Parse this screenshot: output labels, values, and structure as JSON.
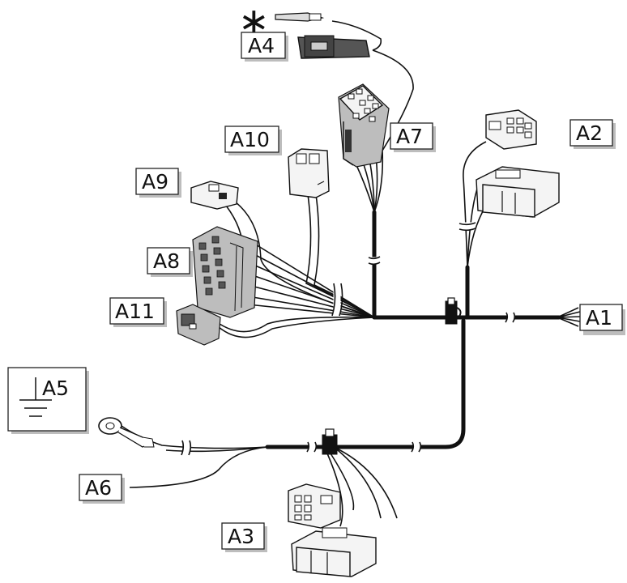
{
  "labels": {
    "a1": "A1",
    "a2": "A2",
    "a3": "A3",
    "a4": "A4",
    "a5": "A5",
    "a6": "A6",
    "a7": "A7",
    "a8": "A8",
    "a9": "A9",
    "a10": "A10",
    "a11": "A11"
  },
  "asterisk": "∗",
  "colors": {
    "wire": "#111111",
    "connector_fill": "#f4f4f4",
    "connector_dark": "#555555",
    "label_shadow": "#bdbdbd"
  }
}
